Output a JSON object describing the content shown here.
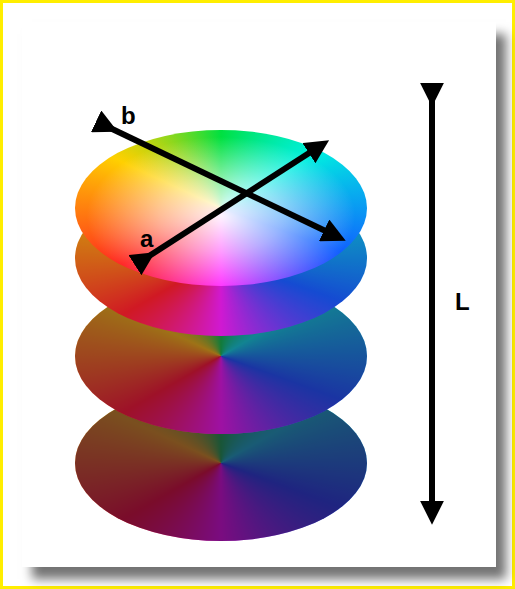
{
  "diagram": {
    "labels": [
      "b",
      "a",
      "L"
    ]
  }
}
